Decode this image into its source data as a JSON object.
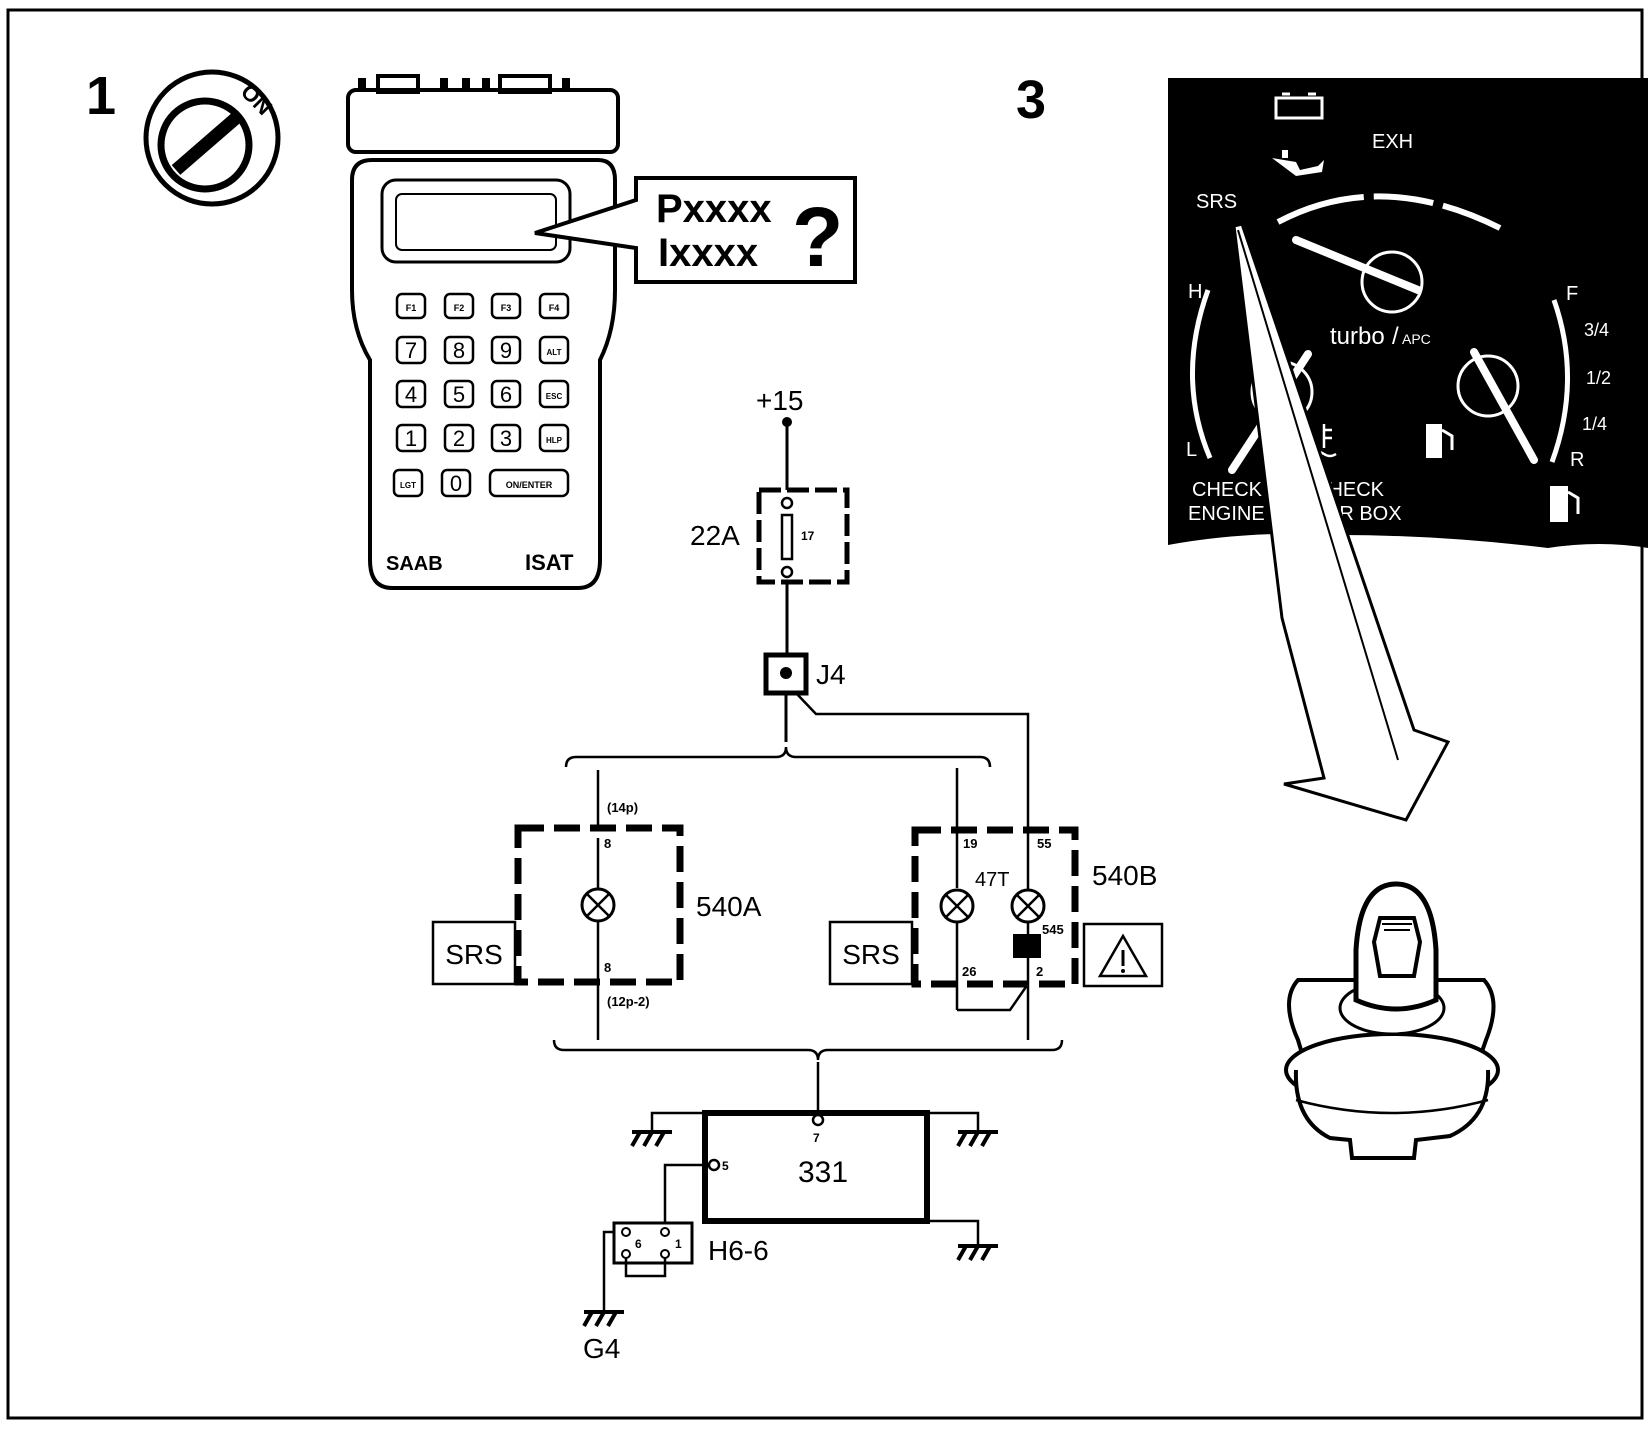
{
  "steps": {
    "step1": "1",
    "step3": "3"
  },
  "ignition": {
    "label": "ON"
  },
  "tester": {
    "brand": "SAAB",
    "model": "ISAT",
    "code_line1": "Pxxxx",
    "code_line2": "Ixxxx",
    "question": "?",
    "keys": {
      "f1": "F1",
      "f2": "F2",
      "f3": "F3",
      "f4": "F4",
      "k7": "7",
      "k8": "8",
      "k9": "9",
      "alt": "ALT",
      "k4": "4",
      "k5": "5",
      "k6": "6",
      "esc": "ESC",
      "k1": "1",
      "k2": "2",
      "k3": "3",
      "hlp": "HLP",
      "lgt": "LGT",
      "k0": "0",
      "enter": "ON/ENTER"
    }
  },
  "circuit": {
    "supply": "+15",
    "fuse": "22A",
    "fuse_pin": "17",
    "junction": "J4",
    "c540a": {
      "name": "540A",
      "conn_top": "(14p)",
      "pin_top": "8",
      "pin_bottom": "8",
      "conn_bottom": "(12p-2)"
    },
    "c540b": {
      "name": "540B",
      "pin19": "19",
      "pin55": "55",
      "bulb": "47T",
      "pin545": "545",
      "pin26": "26",
      "pin2": "2"
    },
    "srs_a": "SRS",
    "srs_b": "SRS",
    "warning_symbol": "⚠",
    "unit331": {
      "name": "331",
      "pin_top": "7",
      "pin_left": "5"
    },
    "h66": {
      "name": "H6-6",
      "pin6": "6",
      "pin1": "1"
    },
    "ground": "G4"
  },
  "cluster": {
    "srs": "SRS",
    "exh": "EXH",
    "turbo": "turbo",
    "apc": "APC",
    "temp_h": "H",
    "temp_l": "L",
    "fuel_f": "F",
    "fuel_34": "3/4",
    "fuel_12": "1/2",
    "fuel_14": "1/4",
    "fuel_r": "R",
    "check_engine_1": "CHECK",
    "check_engine_2": "ENGINE",
    "check_gear_1": "CHECK",
    "check_gear_2": "AR BOX"
  },
  "colors": {
    "ink": "#000000",
    "paper": "#ffffff"
  }
}
